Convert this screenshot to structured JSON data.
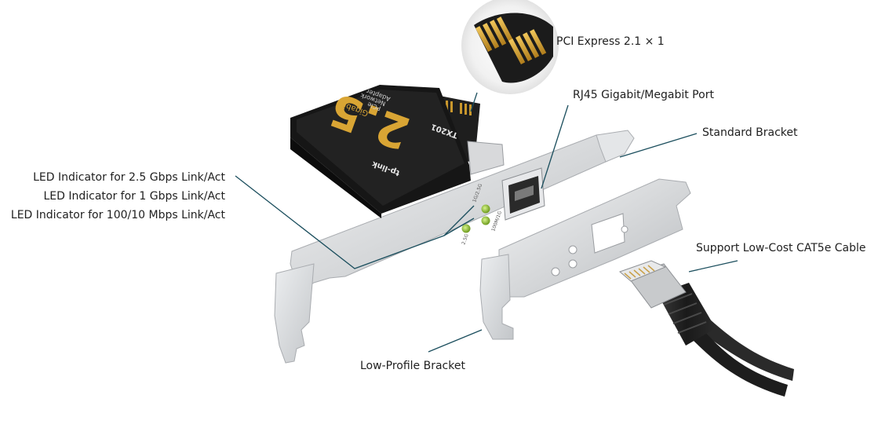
{
  "labels": {
    "pcie": "PCI Express 2.1 × 1",
    "rj45": "RJ45 Gigabit/Megabit Port",
    "standard_bracket": "Standard Bracket",
    "led_25": "LED Indicator for 2.5 Gbps Link/Act",
    "led_1": "LED Indicator for 1 Gbps Link/Act",
    "led_100": "LED Indicator for 100/10 Mbps Link/Act",
    "support_cable": "Support Low-Cost CAT5e Cable",
    "low_profile_bracket": "Low-Profile Bracket"
  },
  "heatsink": {
    "big_number": "2.5",
    "line1": "Gigabit",
    "line2": "PCIe",
    "line3": "Network",
    "line4": "Adapter",
    "model": "TX201",
    "brand": "tp-link"
  },
  "bracket_text": {
    "port_speed_top": "1G/2.5G",
    "port_speed_mid": "100M/1G",
    "port_speed_low": "2.5G"
  },
  "colors": {
    "leader_line": "#1c4f5e",
    "heatsink": "#1a1a1a",
    "gold": "#d9a534",
    "led_green": "#8bc34a",
    "bracket": "#d9dadc"
  }
}
